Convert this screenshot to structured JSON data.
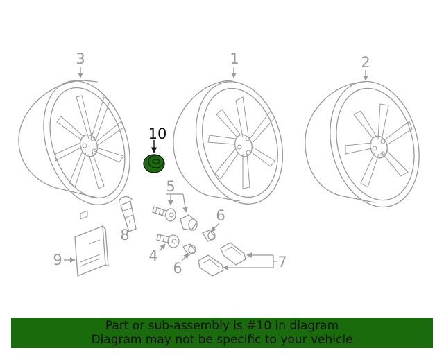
{
  "callouts": {
    "c1": "1",
    "c2": "2",
    "c3": "3",
    "c4": "4",
    "c5": "5",
    "c6a": "6",
    "c6b": "6",
    "c7": "7",
    "c8": "8",
    "c9": "9",
    "c10": "10"
  },
  "highlight_color": "#1a6b0c",
  "banner": {
    "line1": "Part or sub-assembly is #10 in diagram",
    "line2": "Diagram may not be specific to your vehicle"
  }
}
